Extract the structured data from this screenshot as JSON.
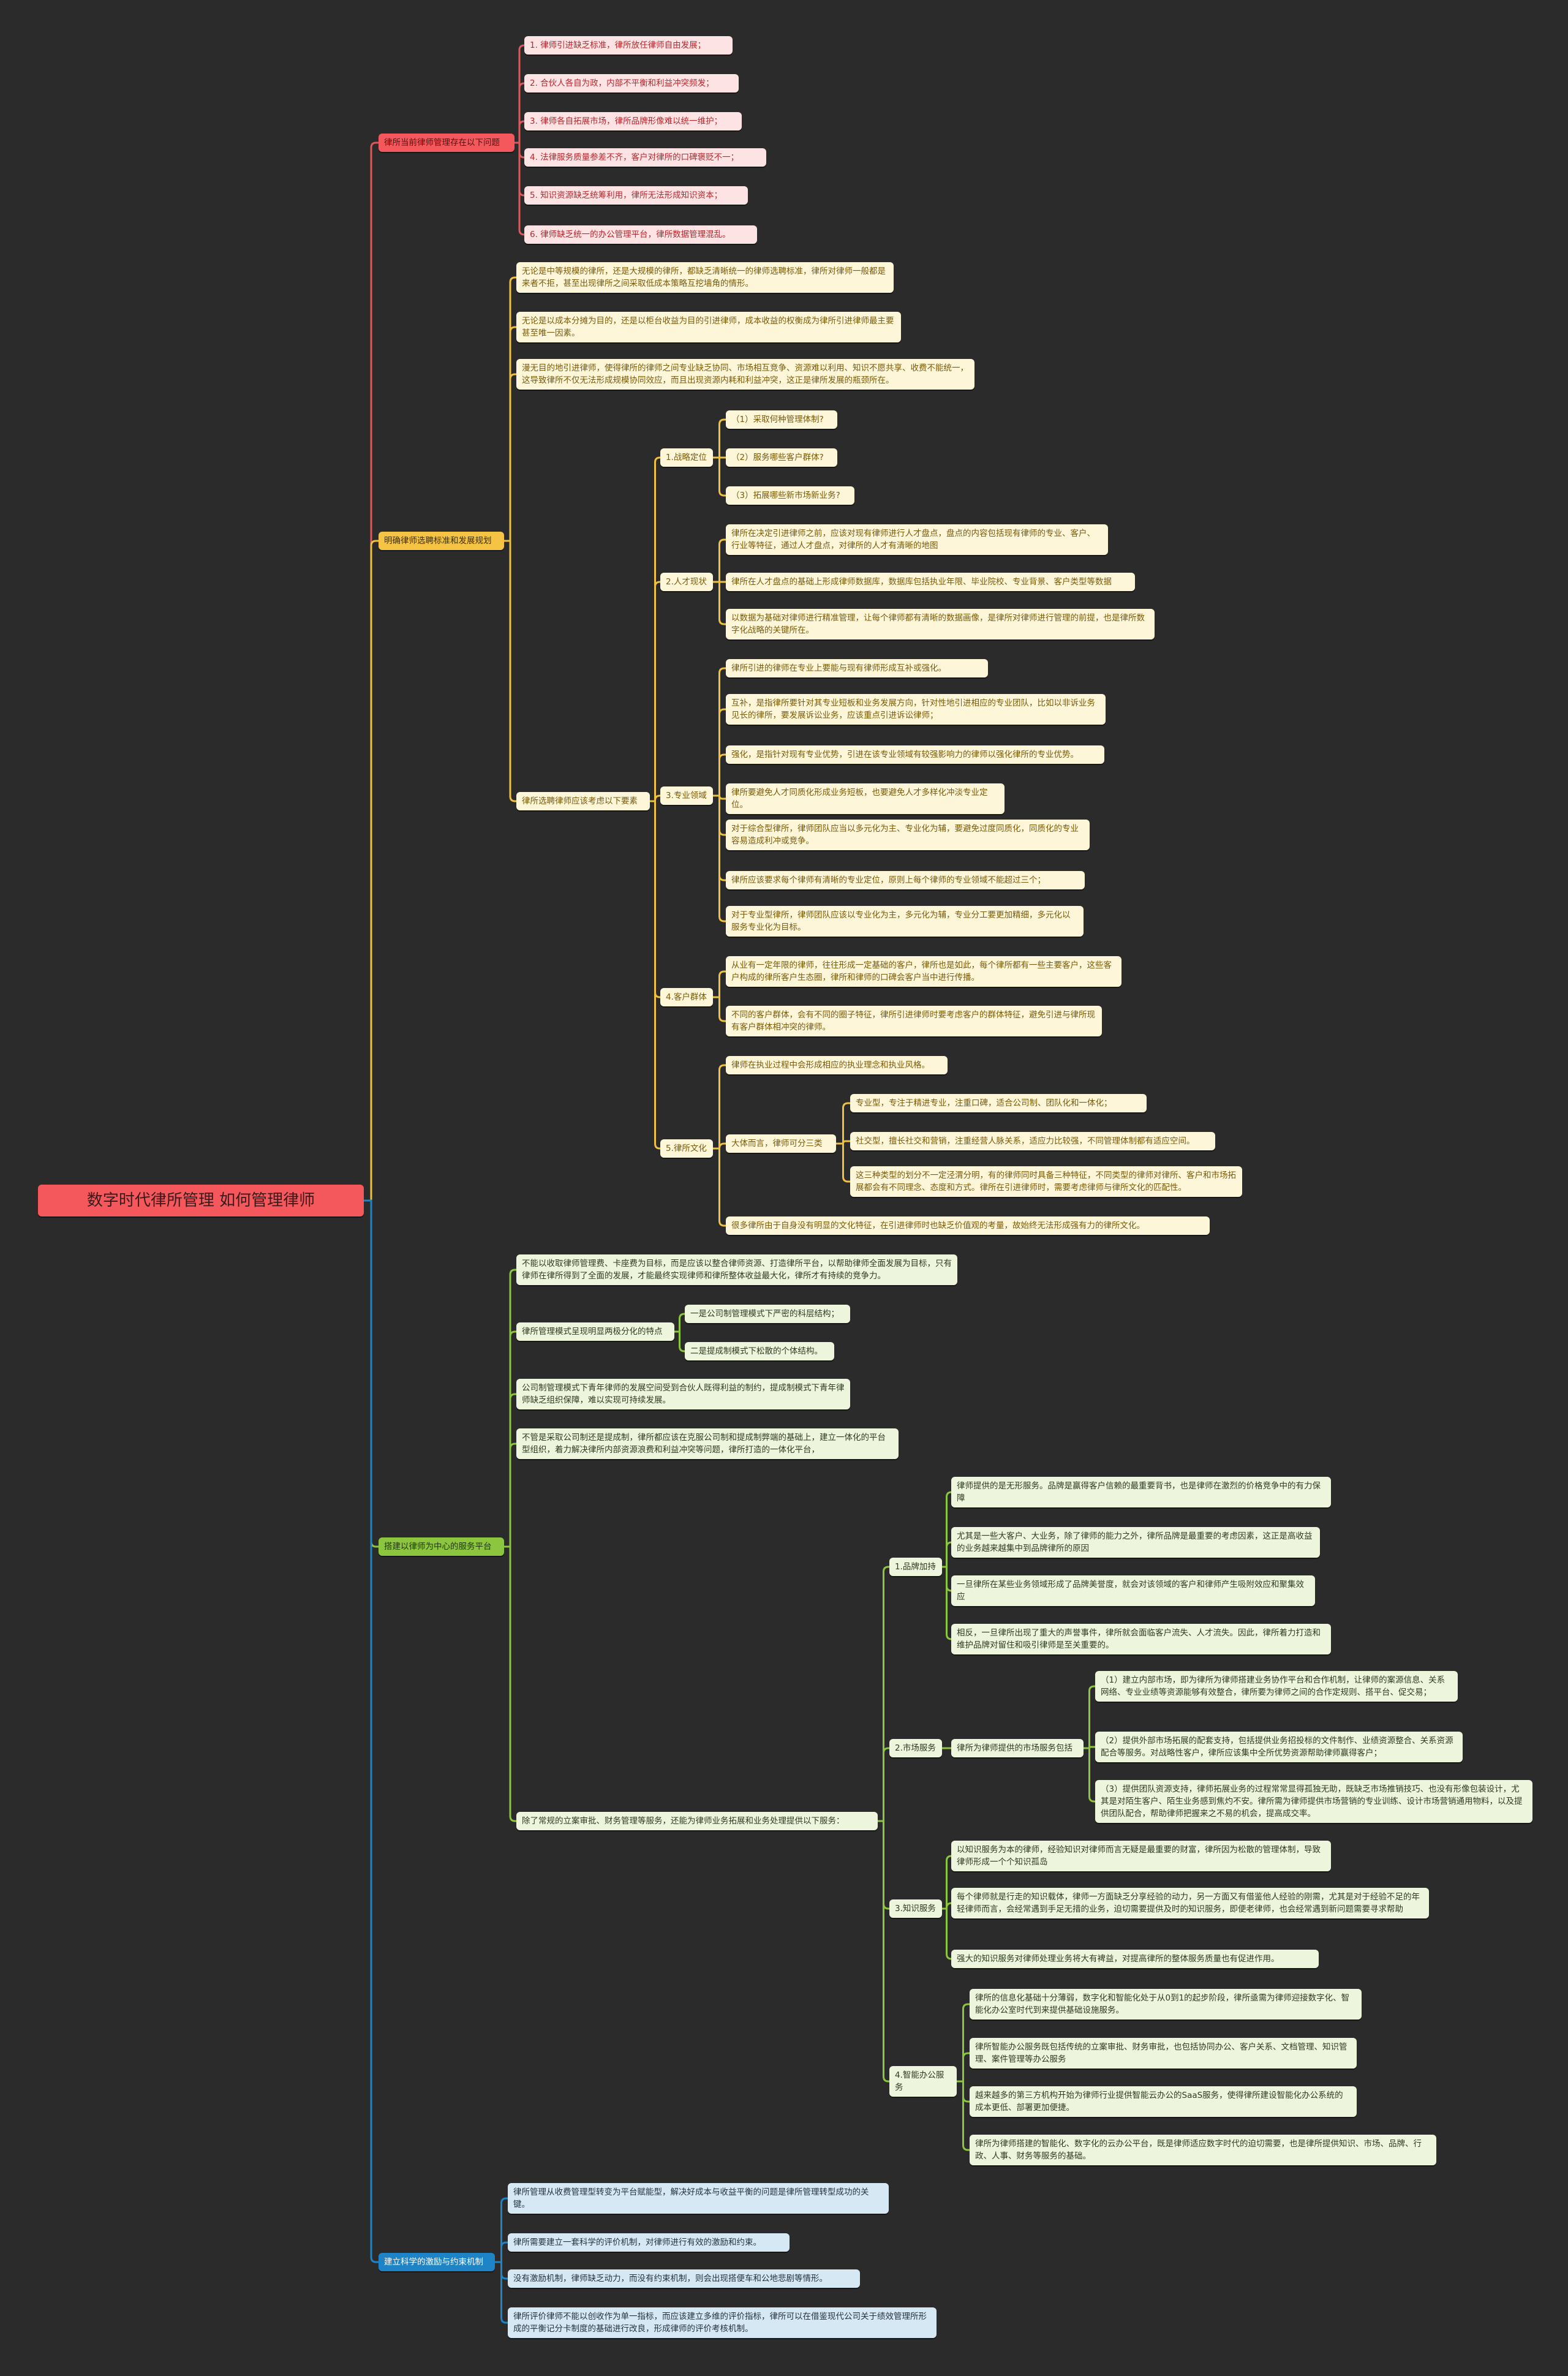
{
  "title": "数字时代律所管理 如何管理律师",
  "colors": {
    "background": "#2b2b2b",
    "red": "#f4575c",
    "yellow": "#f6c445",
    "green": "#8cc63f",
    "blue": "#1f84c6"
  },
  "problems": {
    "label": "律所当前律师管理存在以下问题",
    "items": [
      "1. 律师引进缺乏标准，律所放任律师自由发展；",
      "2. 合伙人各自为政，内部不平衡和利益冲突频发；",
      "3. 律师各自拓展市场，律所品牌形像难以统一维护；",
      "4. 法律服务质量参差不齐，客户对律所的口碑褒贬不一；",
      "5. 知识资源缺乏统筹利用，律所无法形成知识资本；",
      "6. 律师缺乏统一的办公管理平台，律所数据管理混乱。"
    ]
  },
  "standards": {
    "label": "明确律师选聘标准和发展规划",
    "notes": [
      "无论是中等规模的律所，还是大规模的律所，都缺乏清晰统一的律师选聘标准，律所对律师一般都是来者不拒，甚至出现律所之间采取低成本策略互挖墙角的情形。",
      "无论是以成本分摊为目的，还是以柜台收益为目的引进律师，成本收益的权衡成为律所引进律师最主要甚至唯一因素。",
      "漫无目的地引进律师，使得律所的律师之间专业缺乏协同、市场相互竞争、资源难以利用、知识不愿共享、收费不能统一，这导致律所不仅无法形成规模协同效应，而且出现资源内耗和利益冲突，这正是律所发展的瓶颈所在。"
    ],
    "factors": {
      "label": "律所选聘律师应该考虑以下要素",
      "strategy": {
        "label": "1.战略定位",
        "items": [
          "（1）采取何种管理体制?",
          "（2）服务哪些客户群体?",
          "（3）拓展哪些新市场新业务?"
        ]
      },
      "talent": {
        "label": "2.人才现状",
        "items": [
          "律所在决定引进律师之前，应该对现有律师进行人才盘点，盘点的内容包括现有律师的专业、客户、行业等特征，通过人才盘点，对律所的人才有清晰的地图",
          "律所在人才盘点的基础上形成律师数据库，数据库包括执业年限、毕业院校、专业背景、客户类型等数据",
          "以数据为基础对律师进行精准管理，让每个律师都有清晰的数据画像，是律所对律师进行管理的前提，也是律所数字化战略的关键所在。"
        ]
      },
      "specialty": {
        "label": "3.专业领域",
        "items": [
          "律所引进的律师在专业上要能与现有律师形成互补或强化。",
          "互补，是指律所要针对其专业短板和业务发展方向，针对性地引进相应的专业团队，比如以非诉业务见长的律所，要发展诉讼业务，应该重点引进诉讼律师；",
          "强化，是指针对现有专业优势，引进在该专业领域有较强影响力的律师以强化律所的专业优势。",
          "律所要避免人才同质化形成业务短板，也要避免人才多样化冲淡专业定位。",
          "对于综合型律所，律师团队应当以多元化为主、专业化为辅，要避免过度同质化，同质化的专业容易造成利冲或竞争。",
          "律所应该要求每个律师有清晰的专业定位，原则上每个律师的专业领域不能超过三个；",
          "对于专业型律所，律师团队应该以专业化为主，多元化为辅，专业分工要更加精细，多元化以服务专业化为目标。"
        ]
      },
      "clients": {
        "label": "4.客户群体",
        "items": [
          "从业有一定年限的律师，往往形成一定基础的客户，律所也是如此，每个律所都有一些主要客户，这些客户构成的律所客户生态圈，律所和律师的口碑会客户当中进行传播。",
          "不同的客户群体，会有不同的圈子特征，律所引进律师时要考虑客户的群体特征，避免引进与律所现有客户群体相冲突的律师。"
        ]
      },
      "culture": {
        "label": "5.律所文化",
        "intro": "律师在执业过程中会形成相应的执业理念和执业风格。",
        "types": {
          "label": "大体而言，律师可分三类",
          "items": [
            "专业型，专注于精进专业，注重口碑，适合公司制、团队化和一体化；",
            "社交型，擅长社交和营销，注重经营人脉关系，适应力比较强，不同管理体制都有适应空间。",
            "这三种类型的划分不一定泾渭分明，有的律师同时具备三种特征，不同类型的律师对律所、客户和市场拓展都会有不同理念、态度和方式。律所在引进律师时，需要考虑律师与律所文化的匹配性。"
          ]
        },
        "outro": "很多律所由于自身没有明显的文化特征，在引进律师时也缺乏价值观的考量，故始终无法形成强有力的律所文化。"
      }
    }
  },
  "platform": {
    "label": "搭建以律师为中心的服务平台",
    "goal": "不能以收取律师管理费、卡座费为目标，而是应该以整合律师资源、打造律所平台，以帮助律师全面发展为目标，只有律师在律所得到了全面的发展，才能最终实现律师和律所整体收益最大化，律所才有持续的竞争力。",
    "modes": {
      "label": "律所管理模式呈现明显两极分化的特点",
      "items": [
        "一是公司制管理模式下严密的科层结构；",
        "二是提成制模式下松散的个体结构。"
      ]
    },
    "youth": "公司制管理模式下青年律师的发展空间受到合伙人既得利益的制约，提成制模式下青年律师缺乏组织保障，难以实现可持续发展。",
    "integration": "不管是采取公司制还是提成制，律所都应该在克服公司制和提成制弊端的基础上，建立一体化的平台型组织，着力解决律所内部资源浪费和利益冲突等问题，律所打造的一体化平台，",
    "services": {
      "label": "除了常规的立案审批、财务管理等服务，还能为律师业务拓展和业务处理提供以下服务：",
      "brand": {
        "label": "1.品牌加持",
        "items": [
          "律师提供的是无形服务。品牌是赢得客户信赖的最重要背书，也是律师在激烈的价格竞争中的有力保障",
          "尤其是一些大客户、大业务，除了律师的能力之外，律所品牌是最重要的考虑因素，这正是高收益的业务越来越集中到品牌律所的原因",
          "一旦律所在某些业务领域形成了品牌美誉度，就会对该领域的客户和律师产生吸附效应和聚集效应",
          "相反，一旦律所出现了重大的声誉事件，律所就会面临客户流失、人才流失。因此，律所着力打造和维护品牌对留住和吸引律师是至关重要的。"
        ]
      },
      "market": {
        "label": "2.市场服务",
        "sub": {
          "label": "律所为律师提供的市场服务包括",
          "items": [
            "（1）建立内部市场，即为律所为律师搭建业务协作平台和合作机制，让律师的案源信息、关系网络、专业业绩等资源能够有效整合，律所要为律师之间的合作定规则、搭平台、促交易；",
            "（2）提供外部市场拓展的配套支持，包括提供业务招投标的文件制作、业绩资源整合、关系资源配合等服务。对战略性客户，律所应该集中全所优势资源帮助律师赢得客户；",
            "（3）提供团队资源支持，律师拓展业务的过程常常显得孤独无助，既缺乏市场推销技巧、也没有形像包装设计，尤其是对陌生客户、陌生业务感到焦灼不安。律所需为律师提供市场营销的专业训练、设计市场营销通用物料，以及提供团队配合，帮助律师把握来之不易的机会，提高成交率。"
          ]
        }
      },
      "knowledge": {
        "label": "3.知识服务",
        "items": [
          "以知识服务为本的律师，经验知识对律师而言无疑是最重要的财富，律所因为松散的管理体制，导致律师形成一个个知识孤岛",
          "每个律师就是行走的知识载体，律师一方面缺乏分享经验的动力，另一方面又有借鉴他人经验的刚需，尤其是对于经验不足的年轻律师而言，会经常遇到手足无措的业务，迫切需要提供及时的知识服务，即便老律师，也会经常遇到新问题需要寻求帮助",
          "强大的知识服务对律师处理业务将大有裨益，对提高律所的整体服务质量也有促进作用。"
        ]
      },
      "office": {
        "label": "4.智能办公服务",
        "items": [
          "律所的信息化基础十分薄弱，数字化和智能化处于从0到1的起步阶段，律所亟需为律师迎接数字化、智能化办公室时代到来提供基础设施服务。",
          "律所智能办公服务既包括传统的立案审批、财务审批，也包括协同办公、客户关系、文档管理、知识管理、案件管理等办公服务",
          "越来越多的第三方机构开始为律师行业提供智能云办公的SaaS服务，使得律所建设智能化办公系统的成本更低、部署更加便捷。",
          "律所为律师搭建的智能化、数字化的云办公平台，既是律师适应数字时代的迫切需要，也是律所提供知识、市场、品牌、行政、人事、财务等服务的基础。"
        ]
      }
    }
  },
  "incentives": {
    "label": "建立科学的激励与约束机制",
    "items": [
      "律所管理从收费管理型转变为平台赋能型，解决好成本与收益平衡的问题是律所管理转型成功的关键。",
      "律所需要建立一套科学的评价机制，对律师进行有效的激励和约束。",
      "没有激励机制，律师缺乏动力，而没有约束机制，则会出现搭便车和公地悲剧等情形。",
      "律所评价律师不能以创收作为单一指标，而应该建立多维的评价指标，律所可以在借鉴现代公司关于绩效管理所形成的平衡记分卡制度的基础进行改良，形成律师的评价考核机制。"
    ]
  }
}
